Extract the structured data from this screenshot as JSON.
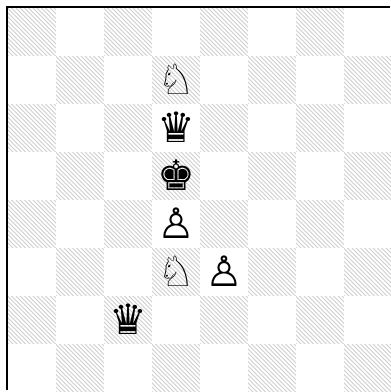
{
  "board": {
    "pieces": [
      {
        "square": "d7",
        "glyph": "♘",
        "name": "white-knight",
        "color": "white"
      },
      {
        "square": "d6",
        "glyph": "♛",
        "name": "black-queen",
        "color": "black"
      },
      {
        "square": "d5",
        "glyph": "♚",
        "name": "black-king",
        "color": "black"
      },
      {
        "square": "d4",
        "glyph": "♙",
        "name": "white-pawn",
        "color": "white"
      },
      {
        "square": "d3",
        "glyph": "♘",
        "name": "white-knight",
        "color": "white"
      },
      {
        "square": "e3",
        "glyph": "♙",
        "name": "white-pawn",
        "color": "white"
      },
      {
        "square": "c2",
        "glyph": "♛",
        "name": "black-queen",
        "color": "black"
      }
    ]
  },
  "colors": {
    "light_square": "#ffffff",
    "dark_square_hatch": "#cfcfcf",
    "border": "#000000"
  }
}
